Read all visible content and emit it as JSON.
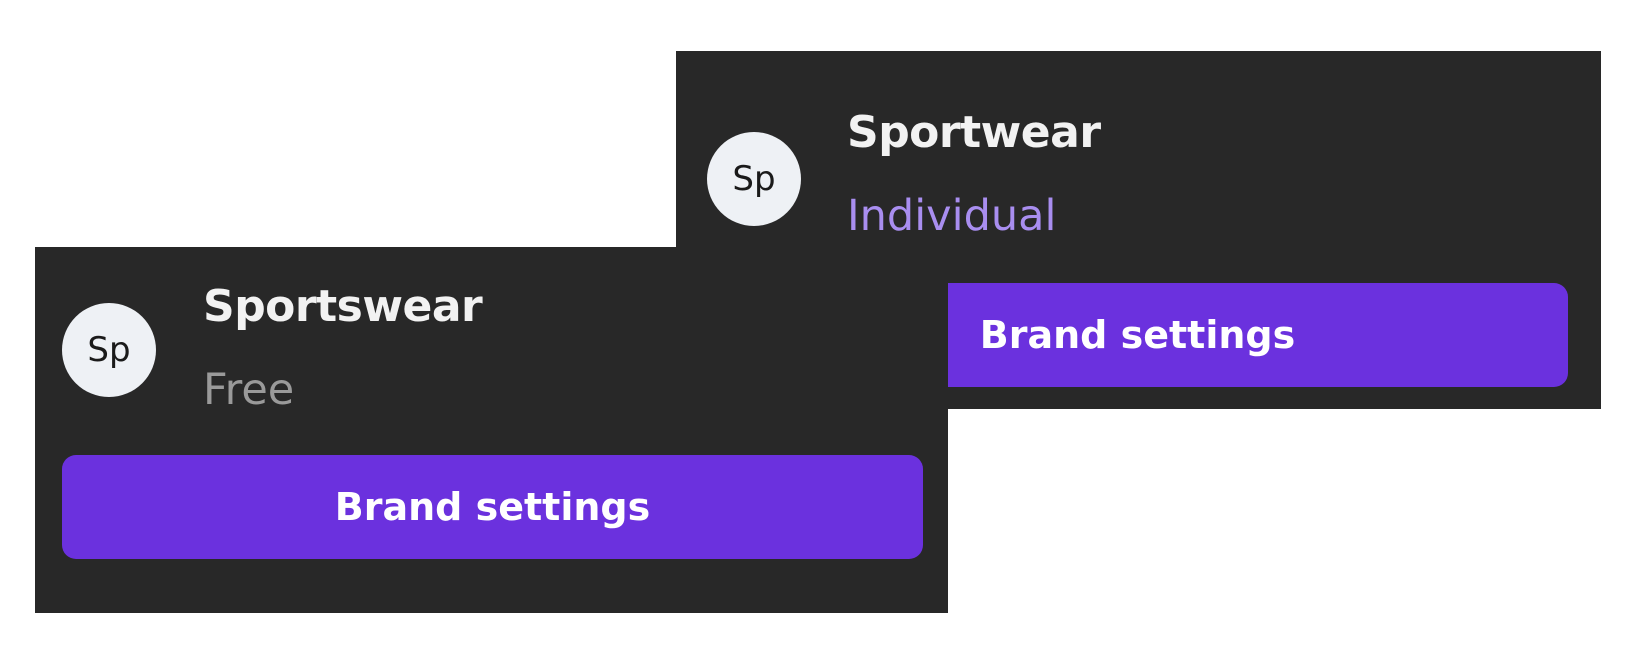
{
  "cards": {
    "individual": {
      "avatar_initials": "Sp",
      "brand_name": "Sportwear",
      "plan": "Individual",
      "plan_color": "#a98ef0",
      "button_label": "Brand settings"
    },
    "free": {
      "avatar_initials": "Sp",
      "brand_name": "Sportswear",
      "plan": "Free",
      "plan_color": "#9a9a9a",
      "button_label": "Brand settings"
    }
  },
  "colors": {
    "card_background": "#282828",
    "button_background": "#6b31de",
    "avatar_background": "#eef1f5",
    "text_primary": "#f2f2f2"
  }
}
